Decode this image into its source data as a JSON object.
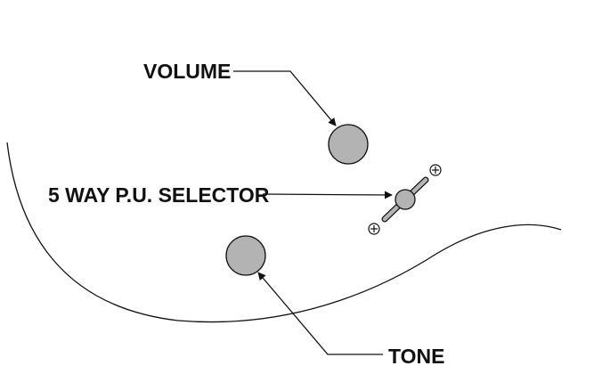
{
  "labels": {
    "volume": "VOLUME",
    "selector": "5 WAY P.U. SELECTOR",
    "tone": "TONE"
  },
  "colors": {
    "knob_fill": "#b3b3b3",
    "stroke": "#111111",
    "background": "#ffffff"
  }
}
